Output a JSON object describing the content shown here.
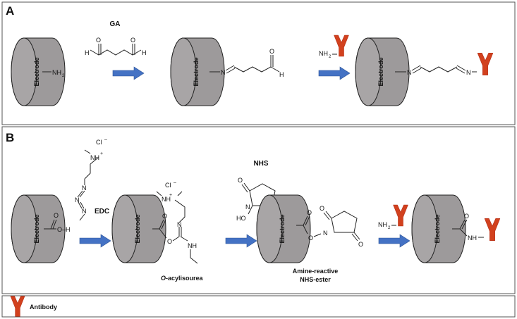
{
  "panels": {
    "a": {
      "letter": "A"
    },
    "b": {
      "letter": "B"
    }
  },
  "electrode_label": "Electrode",
  "reagents": {
    "ga": "GA",
    "edc": "EDC",
    "nhs": "NHS"
  },
  "atoms": {
    "nh2": "NH",
    "sub2": "2",
    "n": "N",
    "h": "H",
    "o": "O",
    "oh": "O–H",
    "ho": "HO",
    "nh": "NH",
    "cl": "Cl",
    "minus": "–",
    "nh_plus": "NH",
    "plus": "+"
  },
  "captions": {
    "intermediate_italic": "O",
    "intermediate_rest": "-acylisourea",
    "nhs_ester_line1": "Amine-reactive",
    "nhs_ester_line2": "NHS-ester"
  },
  "legend": {
    "antibody_label": "Antibody"
  },
  "colors": {
    "electrode_fill": "#9d9a9b",
    "electrode_face": "#a8a5a6",
    "arrow": "#4472c4",
    "antibody": "#d2411e"
  }
}
